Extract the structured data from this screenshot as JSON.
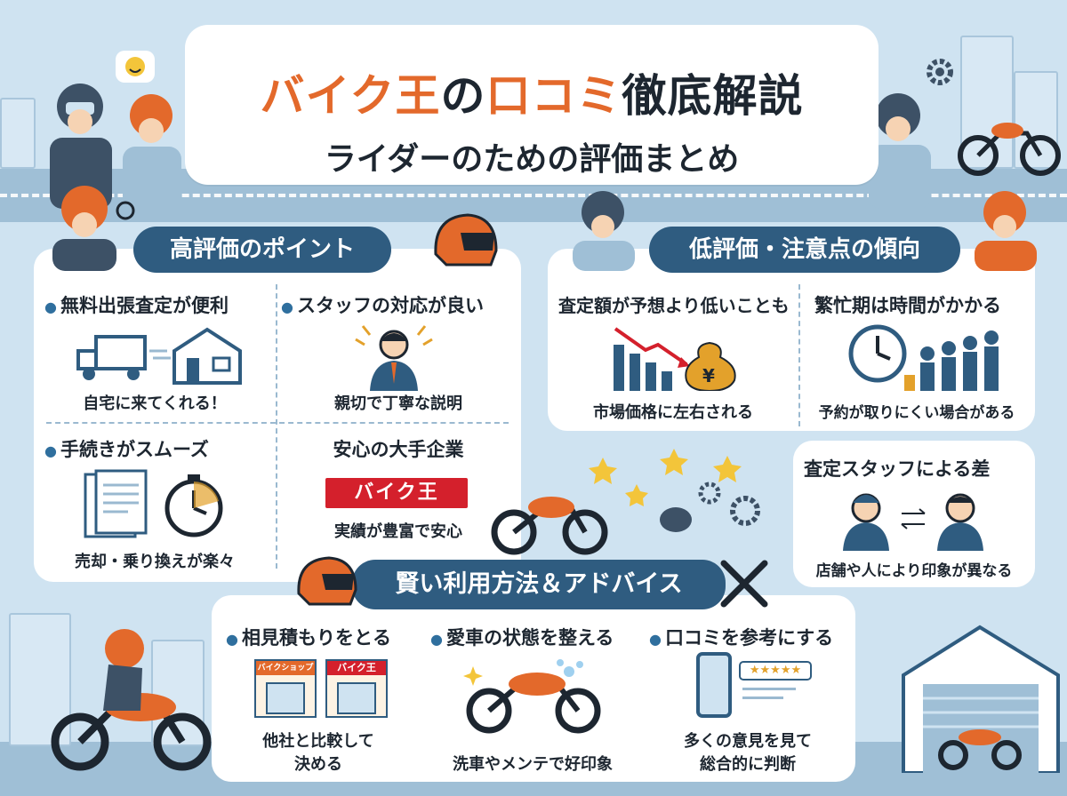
{
  "title": {
    "line1_part1": "バイク王",
    "line1_part2": "の",
    "line1_part3": "口コミ",
    "line1_part4": "徹底解説",
    "line2": "ライダーのための評価まとめ"
  },
  "colors": {
    "accent_orange": "#e3692b",
    "ribbon_navy": "#2f5c80",
    "brand_red": "#d4202c",
    "background": "#cfe3f1"
  },
  "high": {
    "heading": "高評価のポイント",
    "items": [
      {
        "title": "無料出張査定が便利",
        "caption": "自宅に来てくれる！",
        "icon": "truck-house-icon"
      },
      {
        "title": "スタッフの対応が良い",
        "caption": "親切で丁寧な説明",
        "icon": "staff-icon"
      },
      {
        "title": "手続きがスムーズ",
        "caption": "売却・乗り換えが楽々",
        "icon": "documents-stopwatch-icon"
      },
      {
        "title": "安心の大手企業",
        "caption": "実績が豊富で安心",
        "icon": "brand-logo-icon",
        "logo_text": "バイク王"
      }
    ]
  },
  "low": {
    "heading": "低評価・注意点の傾向",
    "items": [
      {
        "title": "査定額が予想より低いことも",
        "caption": "市場価格に左右される",
        "icon": "declining-chart-yen-icon"
      },
      {
        "title": "繁忙期は時間がかかる",
        "caption": "予約が取りにくい場合がある",
        "icon": "clock-queue-icon"
      },
      {
        "title": "査定スタッフによる差",
        "caption": "店舗や人により印象が異なる",
        "icon": "two-staff-icon"
      }
    ]
  },
  "advice": {
    "heading": "賢い利用方法＆アドバイス",
    "items": [
      {
        "title": "相見積もりをとる",
        "caption_line1": "他社と比較して",
        "caption_line2": "決める",
        "icon": "shops-icon",
        "shop1": "バイクショップ",
        "shop2": "バイク王"
      },
      {
        "title": "愛車の状態を整える",
        "caption_line1": "洗車やメンテで好印象",
        "caption_line2": "",
        "icon": "bike-wash-icon"
      },
      {
        "title": "口コミを参考にする",
        "caption_line1": "多くの意見を見て",
        "caption_line2": "総合的に判断",
        "icon": "smartphone-review-icon",
        "stars": "★★★★★"
      }
    ]
  }
}
